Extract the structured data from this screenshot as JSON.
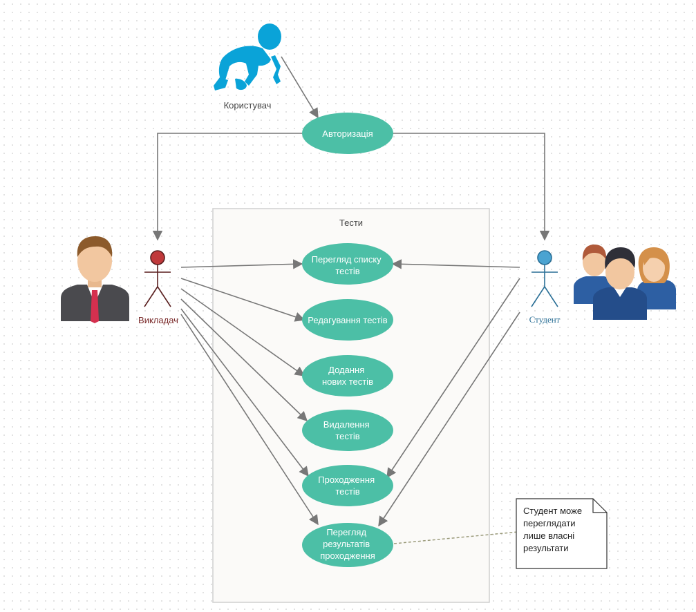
{
  "colors": {
    "usecase": "#4cbfa6",
    "arrow": "#777777",
    "teacher_actor": "#c0393b",
    "teacher_label": "#7a2a2a",
    "student_actor": "#4aa3d1",
    "student_label": "#2a6f96",
    "baby_icon": "#0aa3d8",
    "boundary_fill": "#fbfaf8",
    "boundary_stroke": "#cfcfcf"
  },
  "actors": {
    "user": {
      "label": "Користувач",
      "icon": "crawling-baby-icon"
    },
    "teacher": {
      "label": "Викладач",
      "icon": "businessman-icon"
    },
    "student": {
      "label": "Студент",
      "icon": "students-group-icon"
    }
  },
  "boundary": {
    "title": "Тести"
  },
  "usecases": {
    "auth": [
      "Авторизація"
    ],
    "view_list": [
      "Перегляд списку",
      "тестів"
    ],
    "edit": [
      "Редагування тестів"
    ],
    "add": [
      "Додання",
      "нових тестів"
    ],
    "delete": [
      "Видалення",
      "тестів"
    ],
    "take": [
      "Проходження",
      "тестів"
    ],
    "results": [
      "Перегляд",
      "результатів",
      "проходження"
    ]
  },
  "note": {
    "lines": [
      "Студент може",
      "переглядати",
      "лише власні",
      "результати"
    ]
  }
}
